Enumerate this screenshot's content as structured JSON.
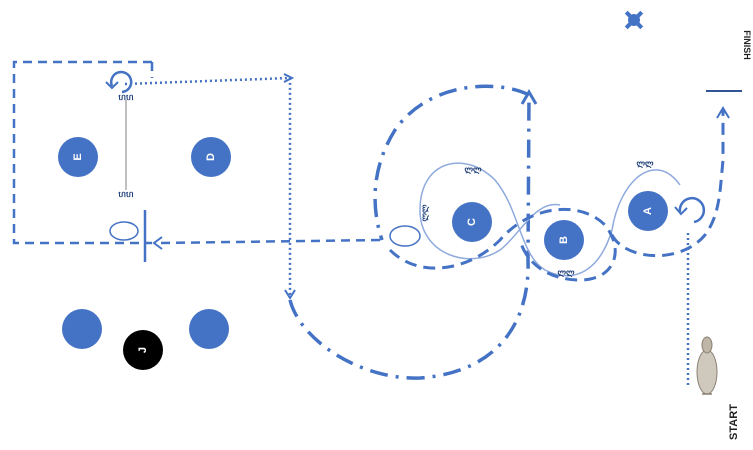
{
  "labels": {
    "finish": "FINISH",
    "start": "START"
  },
  "cones": {
    "A": "A",
    "B": "B",
    "C": "C",
    "D": "D",
    "E": "E",
    "J": "J",
    "blank_1": "",
    "blank_2": ""
  },
  "markers": {
    "near_a": "ლლ",
    "near_b": "ლლ",
    "near_c_top": "ლლ",
    "near_c_left": "ლლ",
    "gate_top": "ហហ",
    "gate_bottom": "ហហ"
  },
  "colors": {
    "cone": "#4472c4",
    "cone_j": "#000000",
    "route": "#4472c4",
    "thin_route": "#8faadc"
  }
}
